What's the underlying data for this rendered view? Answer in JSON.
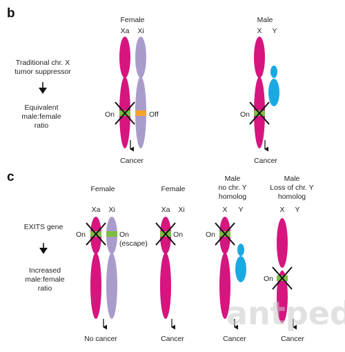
{
  "panel_b": {
    "letter": "b",
    "left_labels": {
      "line1": "Traditional chr. X",
      "line2": "tumor suppressor",
      "result1": "Equivalent",
      "result2": "male:female",
      "result3": "ratio"
    },
    "female": {
      "title": "Female",
      "chr1": "Xa",
      "chr2": "Xi",
      "on": "On",
      "off": "Off",
      "outcome": "Cancer"
    },
    "male": {
      "title": "Male",
      "chr1": "X",
      "chr2": "Y",
      "on": "On",
      "outcome": "Cancer"
    }
  },
  "panel_c": {
    "letter": "c",
    "left_labels": {
      "gene": "EXITS gene",
      "result1": "Increased",
      "result2": "male:female",
      "result3": "ratio"
    },
    "col1": {
      "title": "Female",
      "chr1": "Xa",
      "chr2": "Xi",
      "on_left": "On",
      "on_right": "On",
      "escape": "(escape)",
      "outcome": "No cancer"
    },
    "col2": {
      "title": "Female",
      "chr1": "Xa",
      "chr2": "Xi",
      "on": "On",
      "outcome": "Cancer"
    },
    "col3": {
      "title1": "Male",
      "title2": "no chr. Y",
      "title3": "homolog",
      "chr1": "X",
      "chr2": "Y",
      "on": "On",
      "outcome": "Cancer"
    },
    "col4": {
      "title1": "Male",
      "title2": "Loss of chr. Y",
      "title3": "homolog",
      "chr1": "X",
      "chr2": "Y",
      "on": "On",
      "outcome": "Cancer"
    }
  },
  "watermark": "antpedia",
  "colors": {
    "x_active": "#d6157f",
    "x_inactive": "#a99ccb",
    "y_chr": "#1ba9e4",
    "gene_on": "#7cbd3f",
    "gene_off": "#f5a430",
    "cross": "#111111"
  }
}
